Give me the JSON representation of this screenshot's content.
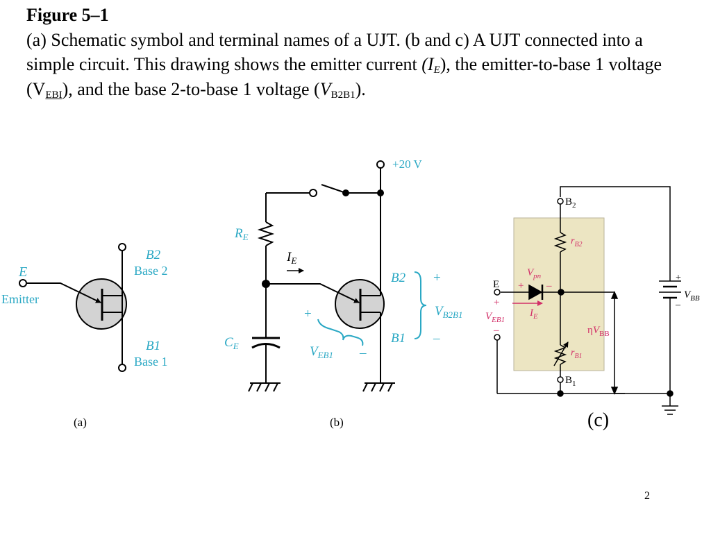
{
  "caption": {
    "title": "Figure 5–1",
    "part1": "(a) Schematic symbol and terminal names of a UJT. (b and c) A UJT connected into a simple circuit. This drawing shows the emitter current ",
    "ie_open": "(",
    "ie_main": "I",
    "ie_sub": "E",
    "ie_close": ")",
    "part2": ", the emitter-to-base 1 voltage (V",
    "vebi_sub": "EBI",
    "part3": "), and the base 2-to-base 1 voltage (",
    "vb_main": "V",
    "vb_sub": "B2B1",
    "part4": ")."
  },
  "fig_a": {
    "e": "E",
    "emitter": "Emitter",
    "b2": "B2",
    "base2": "Base 2",
    "b1": "B1",
    "base1": "Base 1",
    "label": "(a)"
  },
  "fig_b": {
    "supply": "+20 V",
    "re_main": "R",
    "re_sub": "E",
    "ie_main": "I",
    "ie_sub": "E",
    "ce_main": "C",
    "ce_sub": "E",
    "b2": "B2",
    "b1": "B1",
    "plus": "+",
    "minus": "–",
    "vb2b1_main": "V",
    "vb2b1_sub": "B2B1",
    "veb1_main": "V",
    "veb1_sub": "EB1",
    "label": "(b)"
  },
  "fig_c": {
    "b2_main": "B",
    "b2_sub": "2",
    "b1_main": "B",
    "b1_sub": "1",
    "rb2_main": "r",
    "rb2_sub": "B2",
    "rb1_main": "r",
    "rb1_sub": "B1",
    "vpn_main": "V",
    "vpn_sub": "pn",
    "ie_main": "I",
    "ie_sub": "E",
    "e": "E",
    "plus": "+",
    "minus": "–",
    "veb1_main": "V",
    "veb1_sub": "EB1",
    "eta_main": "η",
    "eta_v": "V",
    "eta_sub": "BB",
    "vbb_main": "V",
    "vbb_sub": "BB",
    "label": "(c)"
  },
  "page_number": "2",
  "colors": {
    "label_cyan": "#2aa8c4",
    "label_magenta": "#d22f68",
    "shade": "#ece5c2",
    "ujt_fill": "#d3d3d3"
  }
}
